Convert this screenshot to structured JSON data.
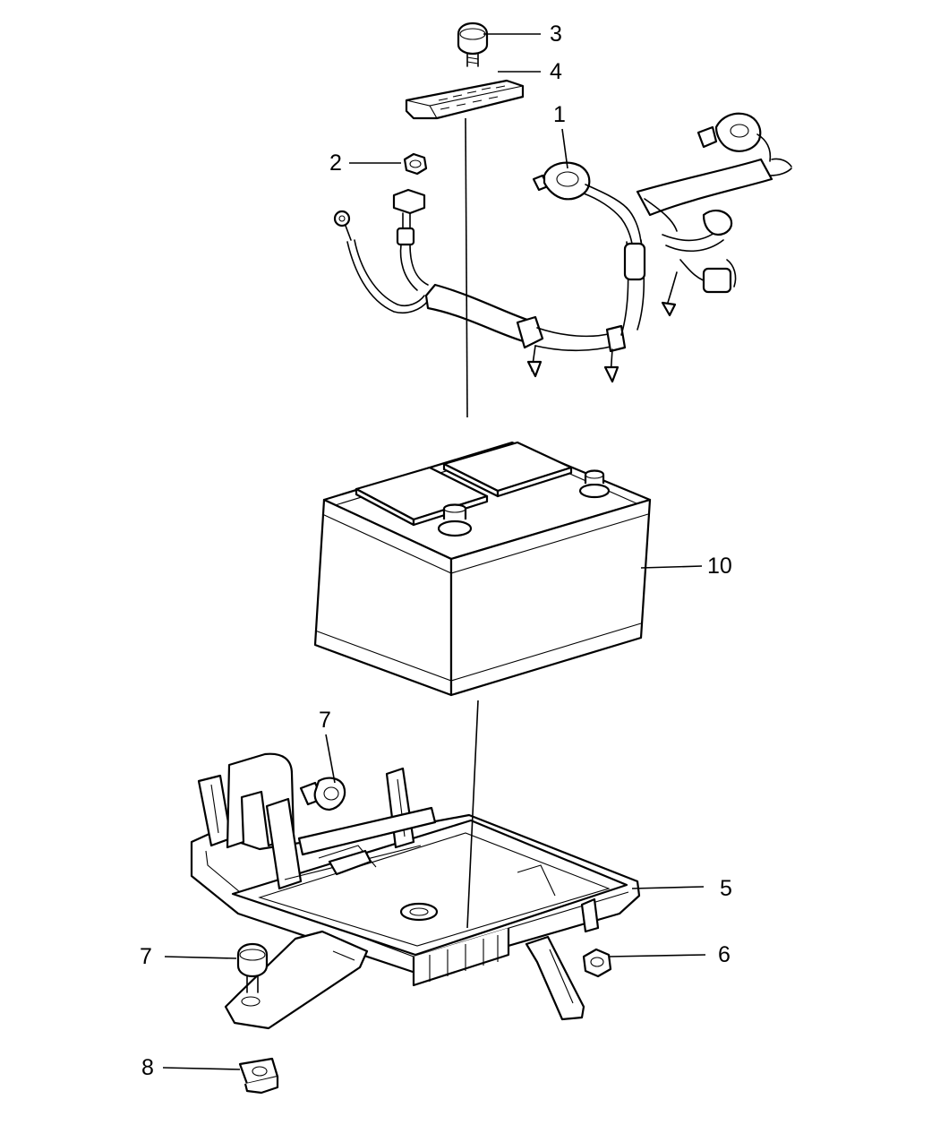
{
  "callouts": [
    {
      "id": "1",
      "label": "1"
    },
    {
      "id": "2",
      "label": "2"
    },
    {
      "id": "3",
      "label": "3"
    },
    {
      "id": "4",
      "label": "4"
    },
    {
      "id": "5",
      "label": "5"
    },
    {
      "id": "6",
      "label": "6"
    },
    {
      "id": "7a",
      "label": "7"
    },
    {
      "id": "7b",
      "label": "7"
    },
    {
      "id": "8",
      "label": "8"
    },
    {
      "id": "10",
      "label": "10"
    }
  ]
}
